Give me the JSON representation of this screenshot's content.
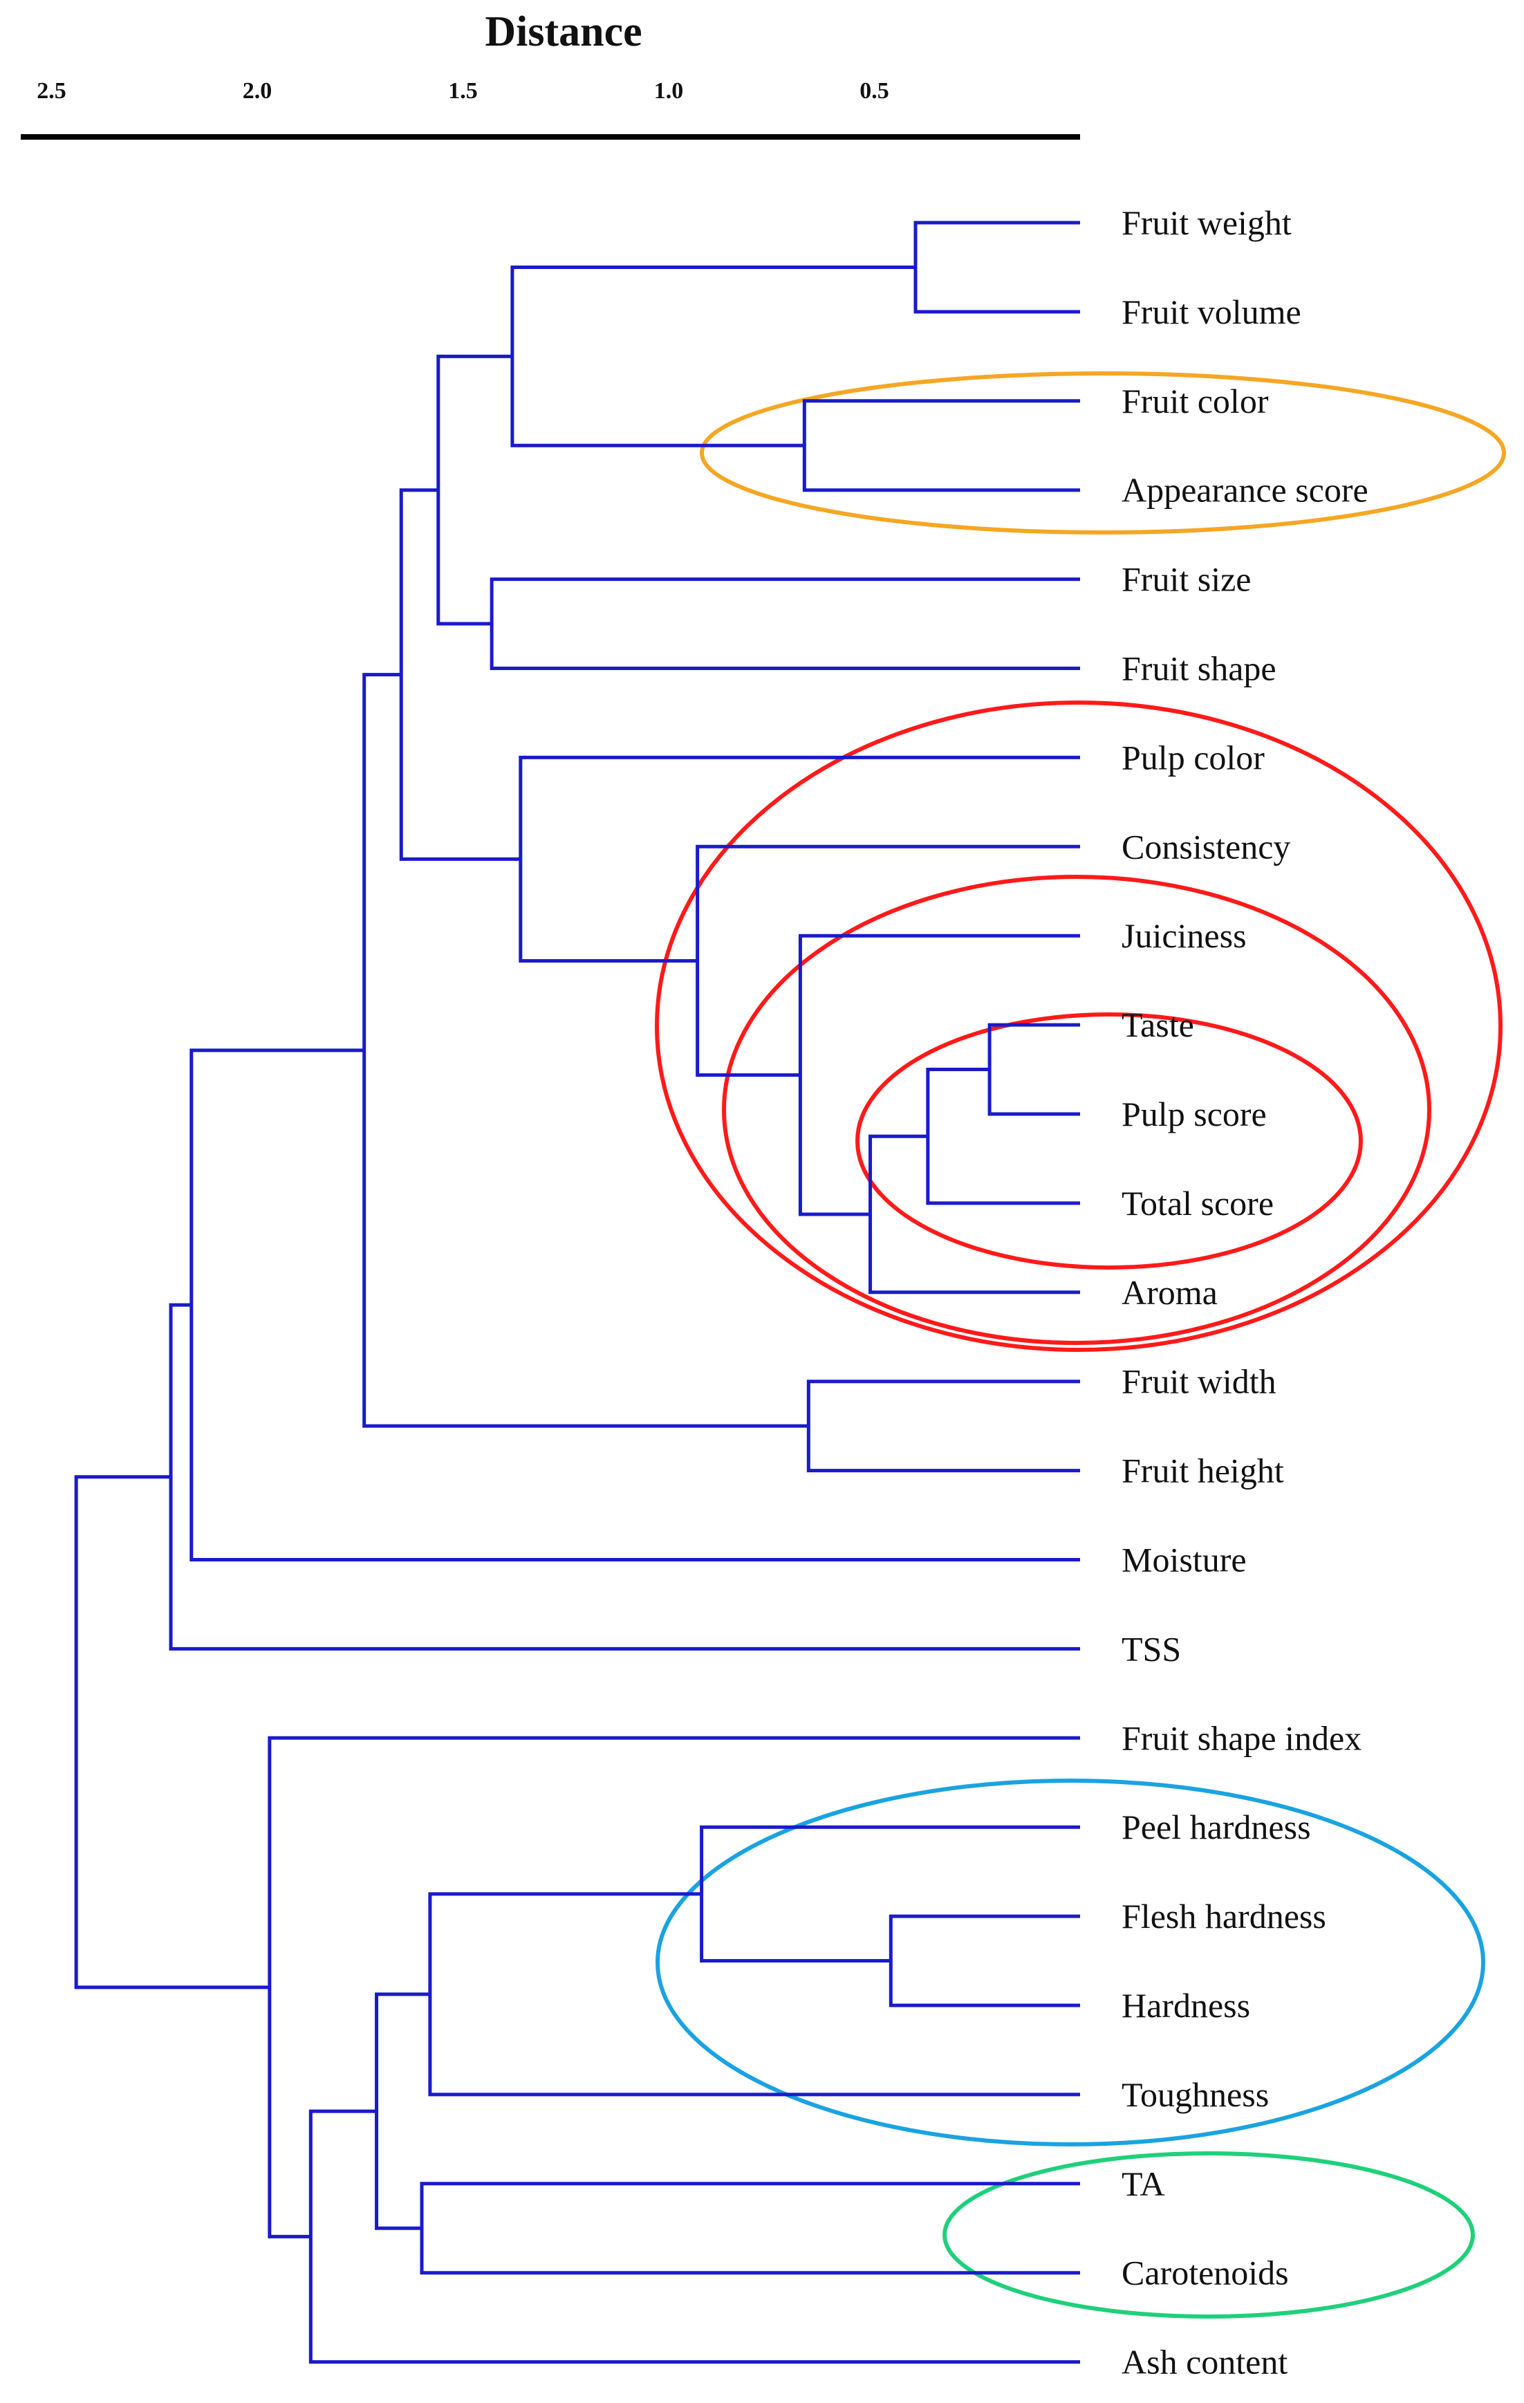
{
  "axis": {
    "title": "Distance",
    "ticks": [
      {
        "value": 2.5,
        "label": "2.5"
      },
      {
        "value": 2.0,
        "label": "2.0"
      },
      {
        "value": 1.5,
        "label": "1.5"
      },
      {
        "value": 1.0,
        "label": "1.0"
      },
      {
        "value": 0.5,
        "label": "0.5"
      }
    ],
    "range": [
      0,
      2.6
    ]
  },
  "colors": {
    "tree": "#1a1acc",
    "axis": "#000000",
    "appearance_group": "#f5a623",
    "pulp_group": "#ff1a1a",
    "hardness_group": "#1aa3e0",
    "ta_group": "#1fd07a"
  },
  "leaves": [
    "Fruit weight",
    "Fruit volume",
    "Fruit color",
    "Appearance score",
    "Fruit size",
    "Fruit shape",
    "Pulp color",
    "Consistency",
    "Juiciness",
    "Taste",
    "Pulp score",
    "Total score",
    "Aroma",
    "Fruit width",
    "Fruit height",
    "Moisture",
    "TSS",
    "Fruit shape index",
    "Peel hardness",
    "Flesh hardness",
    "Hardness",
    "Toughness",
    "TA",
    "Carotenoids",
    "Ash content"
  ],
  "merges": [
    {
      "id": "m1",
      "a": "L0",
      "b": "L1",
      "height": 0.4
    },
    {
      "id": "m2",
      "a": "L2",
      "b": "L3",
      "height": 0.67
    },
    {
      "id": "m3",
      "a": "m1",
      "b": "m2",
      "height": 1.38
    },
    {
      "id": "m4",
      "a": "L4",
      "b": "L5",
      "height": 1.43
    },
    {
      "id": "m5",
      "a": "m3",
      "b": "m4",
      "height": 1.56
    },
    {
      "id": "m6",
      "a": "L9",
      "b": "L10",
      "height": 0.22
    },
    {
      "id": "m7",
      "a": "m6",
      "b": "L11",
      "height": 0.37
    },
    {
      "id": "m8",
      "a": "m7",
      "b": "L12",
      "height": 0.51
    },
    {
      "id": "m9",
      "a": "L8",
      "b": "m8",
      "height": 0.68
    },
    {
      "id": "m10",
      "a": "L7",
      "b": "m9",
      "height": 0.93
    },
    {
      "id": "m11",
      "a": "L6",
      "b": "m10",
      "height": 1.36
    },
    {
      "id": "m12",
      "a": "m5",
      "b": "m11",
      "height": 1.65
    },
    {
      "id": "m13",
      "a": "L13",
      "b": "L14",
      "height": 0.66
    },
    {
      "id": "m14",
      "a": "m12",
      "b": "m13",
      "height": 1.74
    },
    {
      "id": "m15",
      "a": "m14",
      "b": "L15",
      "height": 2.16
    },
    {
      "id": "m16",
      "a": "m15",
      "b": "L16",
      "height": 2.21
    },
    {
      "id": "m17",
      "a": "L19",
      "b": "L20",
      "height": 0.46
    },
    {
      "id": "m18",
      "a": "L18",
      "b": "m17",
      "height": 0.92
    },
    {
      "id": "m19",
      "a": "m18",
      "b": "L21",
      "height": 1.58
    },
    {
      "id": "m20",
      "a": "L22",
      "b": "L23",
      "height": 1.6
    },
    {
      "id": "m21",
      "a": "m19",
      "b": "m20",
      "height": 1.71
    },
    {
      "id": "m22",
      "a": "m21",
      "b": "L24",
      "height": 1.87
    },
    {
      "id": "m23",
      "a": "L17",
      "b": "m22",
      "height": 1.97
    },
    {
      "id": "m24",
      "a": "m16",
      "b": "m23",
      "height": 2.44
    }
  ]
}
